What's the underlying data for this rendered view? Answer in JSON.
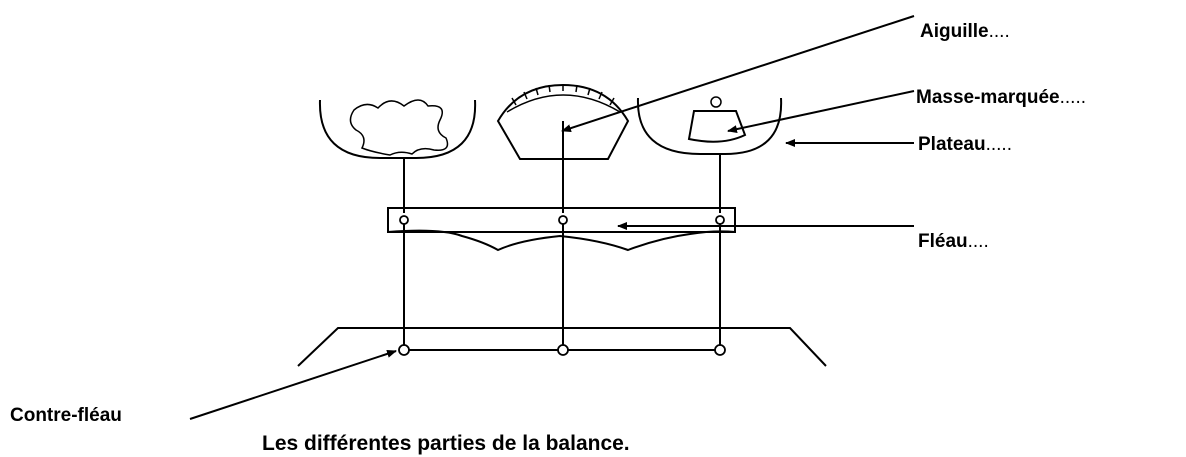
{
  "labels": {
    "aiguille": {
      "name": "Aiguille",
      "dots": "...."
    },
    "masse_marquee": {
      "name": "Masse-marquée",
      "dots": "....."
    },
    "plateau": {
      "name": "Plateau",
      "dots": "....."
    },
    "fleau": {
      "name": "Fléau",
      "dots": "...."
    },
    "contre_fleau": {
      "name": "Contre-fléau",
      "dots": ""
    }
  },
  "caption": "Les différentes parties de la balance."
}
